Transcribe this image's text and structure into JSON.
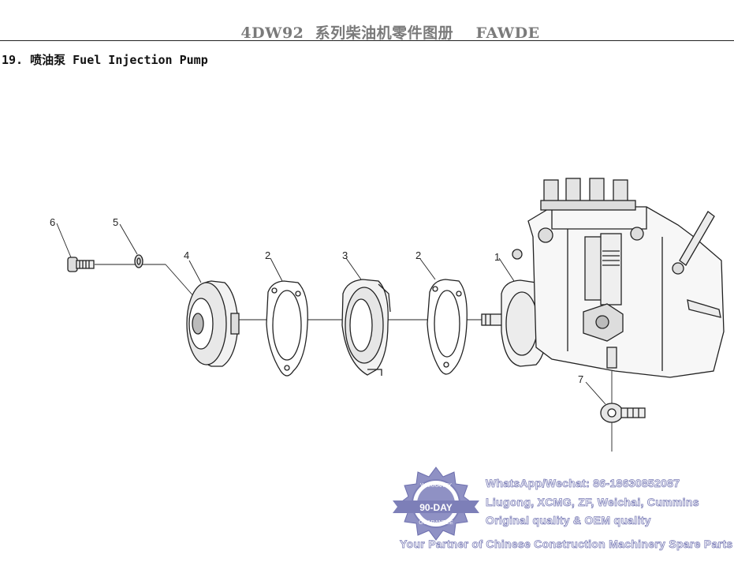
{
  "header": {
    "title": "4DW92  系列柴油机零件图册    FAWDE"
  },
  "section": {
    "title": "19. 喷油泵 Fuel Injection Pump"
  },
  "diagram": {
    "callouts": [
      "6",
      "5",
      "4",
      "2",
      "3",
      "2",
      "1",
      "7"
    ]
  },
  "watermark": {
    "badge_top": "WARRANTY",
    "badge_center": "90-DAY",
    "badge_bottom": "GUARANTEE",
    "line1": "WhatsApp/Wechat: 86-18630852087",
    "line2": "Liugong, XCMG, ZF, Weichai, Cummins",
    "line3": "Original quality  &  OEM quality",
    "line4": "Your Partner of Chinese Construction Machinery Spare Parts",
    "color": "#7d7fb8"
  }
}
